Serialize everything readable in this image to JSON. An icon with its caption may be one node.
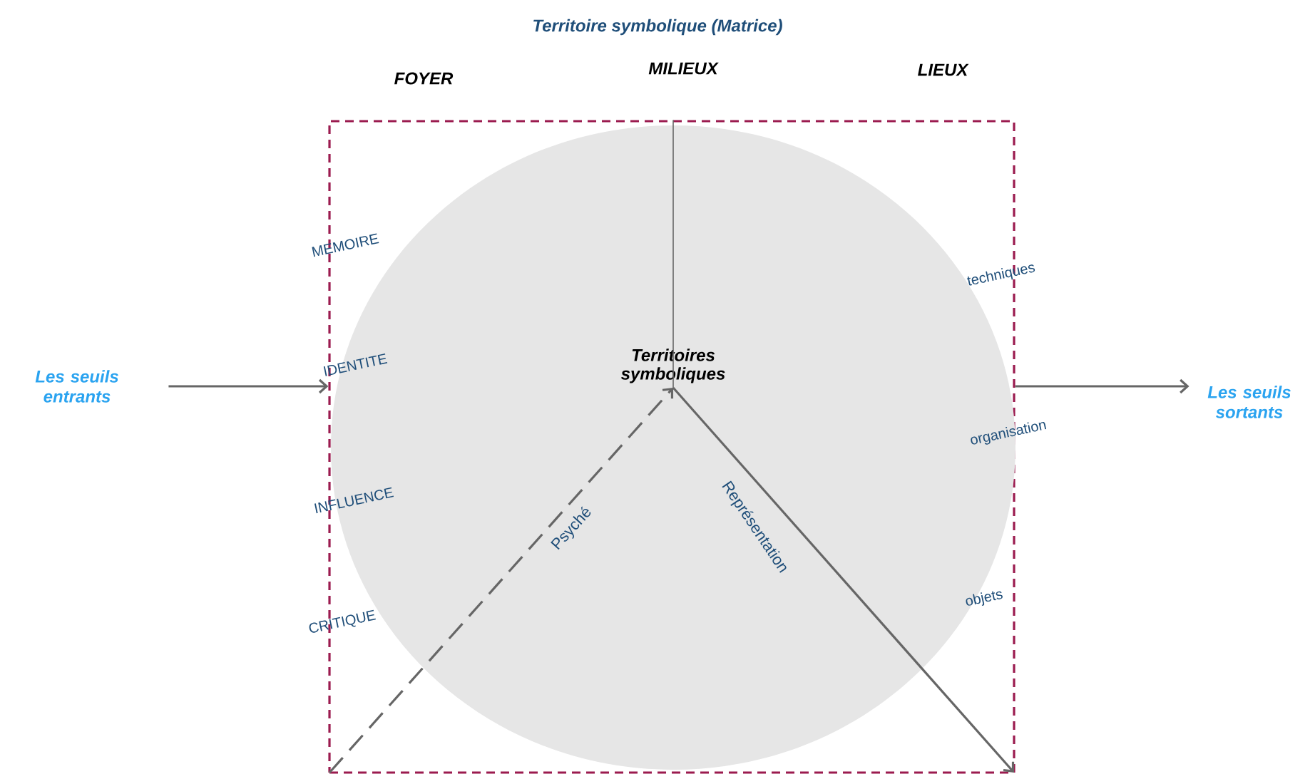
{
  "diagram": {
    "title": "Territoire symbolique (Matrice)",
    "nodes": [
      {
        "text": [],
        "shape": "box"
      },
      {
        "text": [],
        "shape": "circle",
        "in": 0
      },
      {
        "text": [
          "Territoires symboliques"
        ],
        "in": 1
      },
      {
        "text": [
          "Les seuils entrants"
        ]
      },
      {
        "text": [
          "Les seuils sortants"
        ]
      }
    ],
    "edges": [
      {
        "from": 3,
        "to": 0,
        "arrow": "to"
      },
      {
        "from": 0,
        "to": 4,
        "arrow": "to"
      },
      {
        "from": 0,
        "to": 2,
        "arrow": "none"
      },
      {
        "from": null,
        "to": 2,
        "arrow": "to",
        "style": "dashed",
        "label": "Psyché"
      },
      {
        "from": 2,
        "to": null,
        "arrow": "to",
        "label": "Représentation"
      }
    ],
    "labels": [
      "FOYER",
      "MILIEUX",
      "LIEUX",
      "MEMOIRE",
      "techniques",
      "IDENTITE",
      "organisation",
      "INFLUENCE",
      "objets",
      "CRITIQUE"
    ]
  }
}
